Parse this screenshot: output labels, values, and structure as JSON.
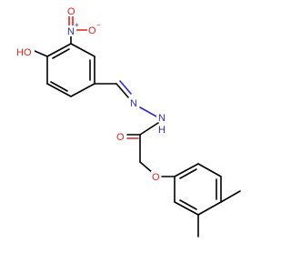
{
  "molecule": {
    "labels": {
      "oh": "HO",
      "nitro_n": "N",
      "nitro_n_charge": "+",
      "nitro_o_top": "O",
      "nitro_o_right": "O",
      "nitro_o_right_charge": "−",
      "imine_n": "N",
      "hydrazide_nh": "N",
      "hydrazide_h": "H",
      "carbonyl_o": "O",
      "ether_o": "O"
    },
    "colors": {
      "carbon": "#000000",
      "nitrogen": "#2a2ac8",
      "oxygen": "#e0241c"
    }
  }
}
